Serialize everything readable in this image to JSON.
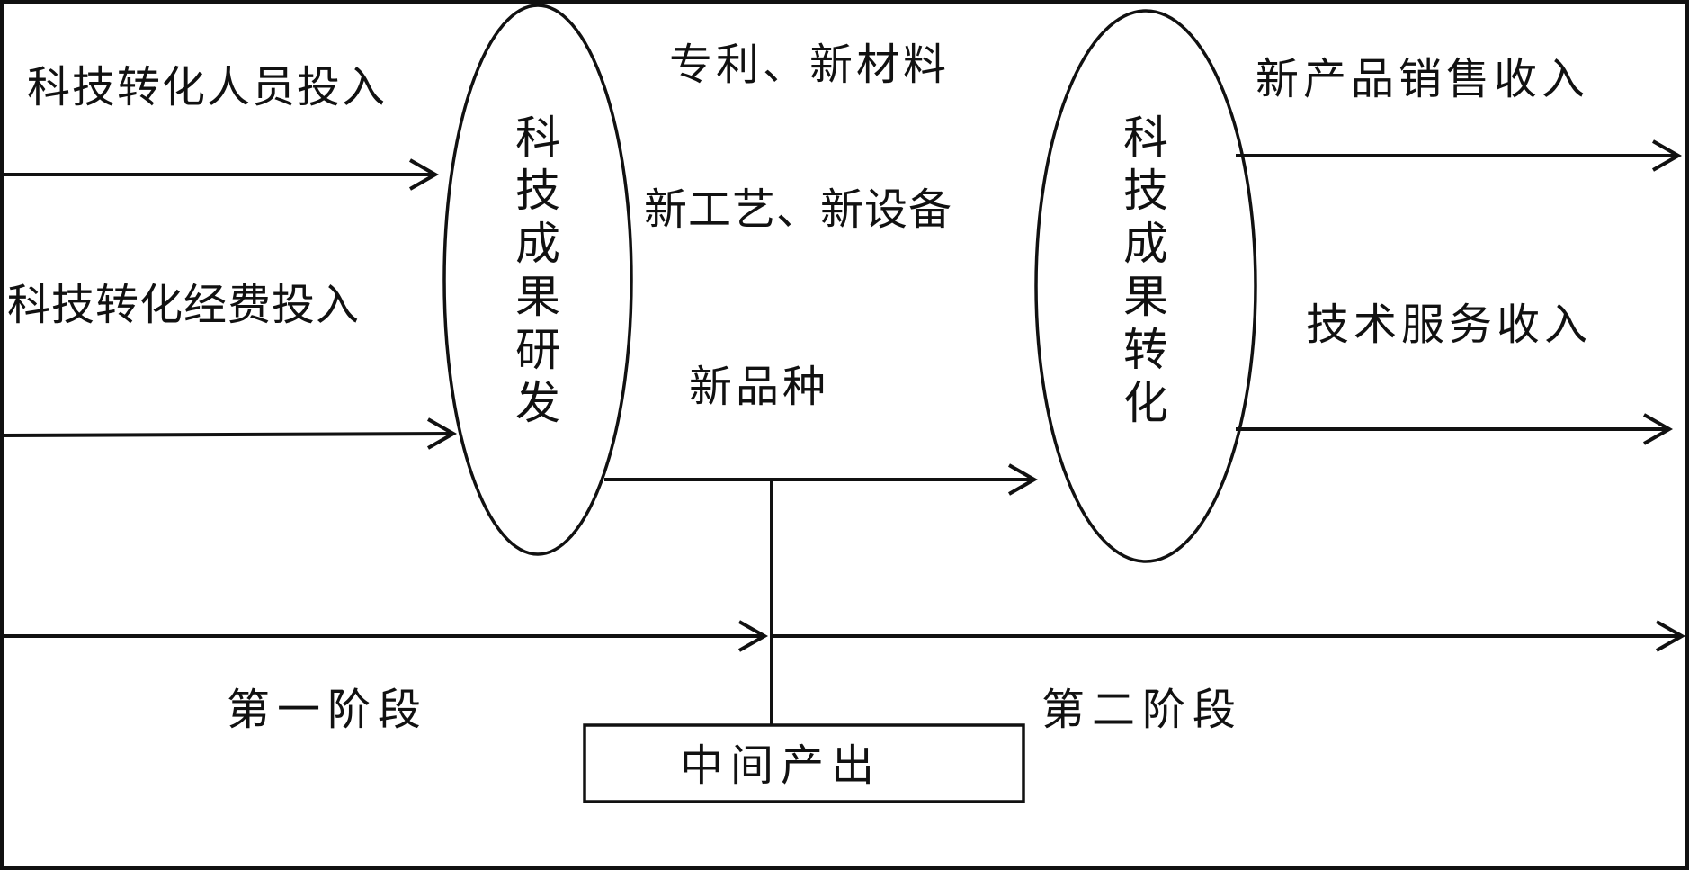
{
  "inputs": {
    "personnel": "科技转化人员投入",
    "funding": "科技转化经费投入"
  },
  "nodes": {
    "rd": "科技成果研发",
    "transfer": "科技成果转化",
    "intermediate": "中间产出"
  },
  "intermediate_outputs": {
    "line1": "专利、新材料",
    "line2": "新工艺、新设备",
    "line3": "新品种"
  },
  "outputs": {
    "product_sales": "新产品销售收入",
    "tech_service": "技术服务收入"
  },
  "stages": {
    "first": "第一阶段",
    "second": "第二阶段"
  }
}
